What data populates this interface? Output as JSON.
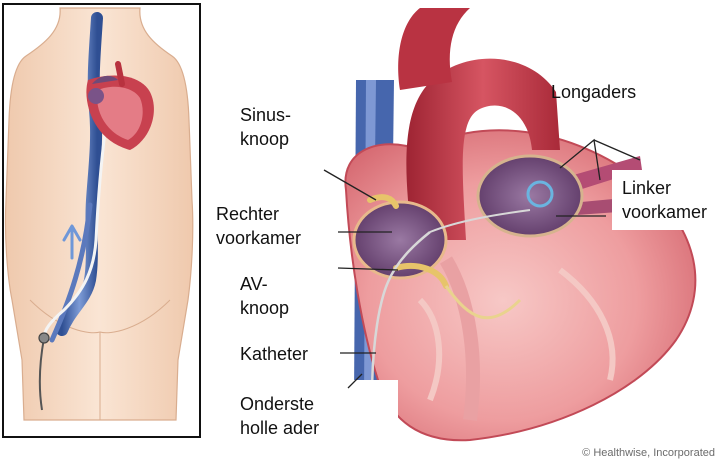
{
  "labels": {
    "sinus_knoop": [
      "Sinus-",
      "knoop"
    ],
    "longaders": "Longaders",
    "rechter_voorkamer": [
      "Rechter",
      "voorkamer"
    ],
    "linker_voorkamer": [
      "Linker",
      "voorkamer"
    ],
    "av_knoop": [
      "AV-",
      "knoop"
    ],
    "katheter": "Katheter",
    "onderste_holle_ader": [
      "Onderste",
      "holle ader"
    ]
  },
  "credit": "© Healthwise, Incorporated",
  "colors": {
    "skin": "#f6dcc8",
    "skin_shadow": "#e9c3a7",
    "vein_blue": "#4a6fb5",
    "heart_red": "#c8414f",
    "heart_light": "#eea9ad",
    "aorta_red": "#b8323f",
    "atrium_purple": "#6f4a78",
    "node_yellow": "#e7c46a",
    "catheter_grey": "#d8d8d8",
    "leader_line": "#222222"
  }
}
